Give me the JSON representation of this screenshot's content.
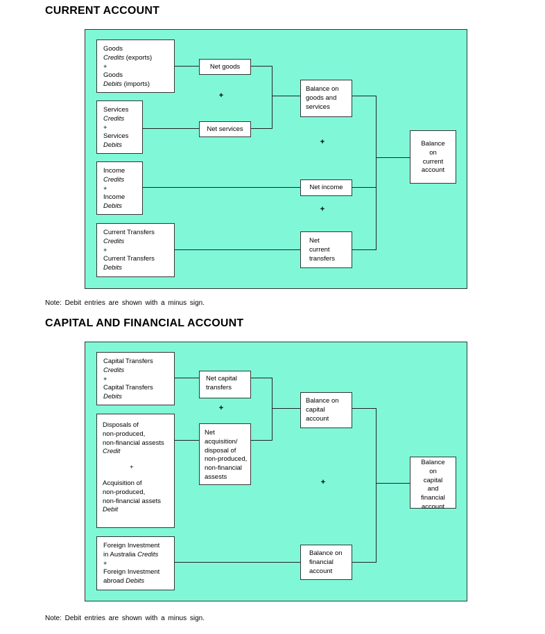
{
  "current": {
    "title": "CURRENT ACCOUNT",
    "goods": {
      "l1": "Goods",
      "l2a": "Credits",
      "l2b": " (exports)",
      "l3": "+",
      "l4": "Goods",
      "l5a": "Debits",
      "l5b": " (imports)"
    },
    "services": {
      "l1": "Services",
      "l2": "Credits",
      "l3": "+",
      "l4": "Services",
      "l5": "Debits"
    },
    "income": {
      "l1": "Income",
      "l2": "Credits",
      "l3": "+",
      "l4": "Income",
      "l5": "Debits"
    },
    "transfers": {
      "l1": "Current Transfers",
      "l2": "Credits",
      "l3": "+",
      "l4": "Current Transfers",
      "l5": "Debits"
    },
    "net_goods": "Net goods",
    "net_services": "Net services",
    "net_income": "Net income",
    "net_transfers": {
      "l1": "Net",
      "l2": "current",
      "l3": "transfers"
    },
    "balance_gs": {
      "l1": "Balance on",
      "l2": "goods and",
      "l3": "services"
    },
    "balance_ca": {
      "l1": "Balance",
      "l2": "on",
      "l3": "current",
      "l4": "account"
    },
    "plus": "+",
    "note": "Note: Debit entries are shown with a minus sign."
  },
  "capital": {
    "title": "CAPITAL AND FINANCIAL ACCOUNT",
    "cap_transfers": {
      "l1": "Capital Transfers",
      "l2": "Credits",
      "l3": "+",
      "l4": "Capital Transfers",
      "l5": "Debits"
    },
    "disposals": {
      "l1": "Disposals of",
      "l2": "non-produced,",
      "l3": "non-financial assests",
      "l4": "Credit",
      "l5": "+",
      "l6": "Acquisition of",
      "l7": "non-produced,",
      "l8": "non-financial assets",
      "l9": "Debit"
    },
    "foreign": {
      "l1": "Foreign Investment",
      "l2a": "in Australia ",
      "l2b": "Credits",
      "l3": "+",
      "l4": "Foreign Investment",
      "l5a": "abroad ",
      "l5b": "Debits"
    },
    "net_cap_transfers": {
      "l1": "Net capital",
      "l2": "transfers"
    },
    "net_acq": {
      "l1": "Net",
      "l2": "acquisition/",
      "l3": "disposal of",
      "l4": "non-produced,",
      "l5": "non-financial",
      "l6": "assests"
    },
    "balance_cap": {
      "l1": "Balance on",
      "l2": "capital",
      "l3": "account"
    },
    "balance_fin": {
      "l1": "Balance on",
      "l2": "financial",
      "l3": "account"
    },
    "balance_cfa": {
      "l1": "Balance",
      "l2": "on",
      "l3": "capital",
      "l4": "and",
      "l5": "financial",
      "l6": "account"
    },
    "plus": "+",
    "note": "Note: Debit entries are shown with a minus sign."
  }
}
